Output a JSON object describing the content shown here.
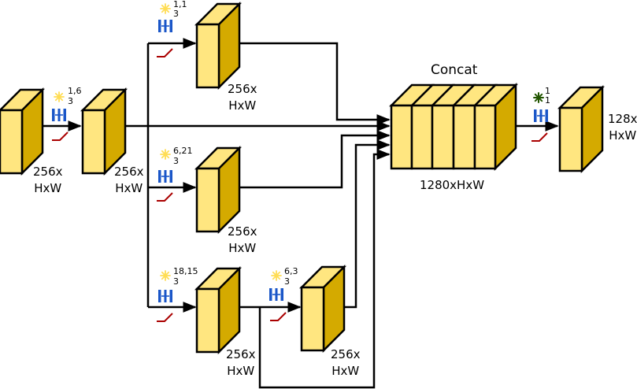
{
  "nodes": {
    "input": {
      "l1": "256x",
      "l2": "HxW"
    },
    "conv": {
      "l1": "256x",
      "l2": "HxW"
    },
    "b1": {
      "l1": "256x",
      "l2": "HxW"
    },
    "b2": {
      "l1": "256x",
      "l2": "HxW"
    },
    "b3": {
      "l1": "256x",
      "l2": "HxW"
    },
    "b3b": {
      "l1": "256x",
      "l2": "HxW"
    },
    "concat": {
      "title": "Concat",
      "size": "1280xHxW"
    },
    "out": {
      "l1": "128x",
      "l2": "HxW"
    }
  },
  "ops": {
    "conv": {
      "dil": "1,6",
      "k": "3"
    },
    "b1": {
      "dil": "1,1",
      "k": "3"
    },
    "b2": {
      "dil": "6,21",
      "k": "3"
    },
    "b3": {
      "dil": "18,15",
      "k": "3"
    },
    "b3b": {
      "dil": "6,3",
      "k": "3"
    },
    "out": {
      "dil": "1",
      "k": "1"
    }
  },
  "colors": {
    "box_front": "#ffe680",
    "box_side": "#d4aa00",
    "sun_icon": "#ffdd55",
    "pointwise_icon": "#225500",
    "norm_icon": "#1a56c8",
    "activation_icon": "#aa0000"
  }
}
